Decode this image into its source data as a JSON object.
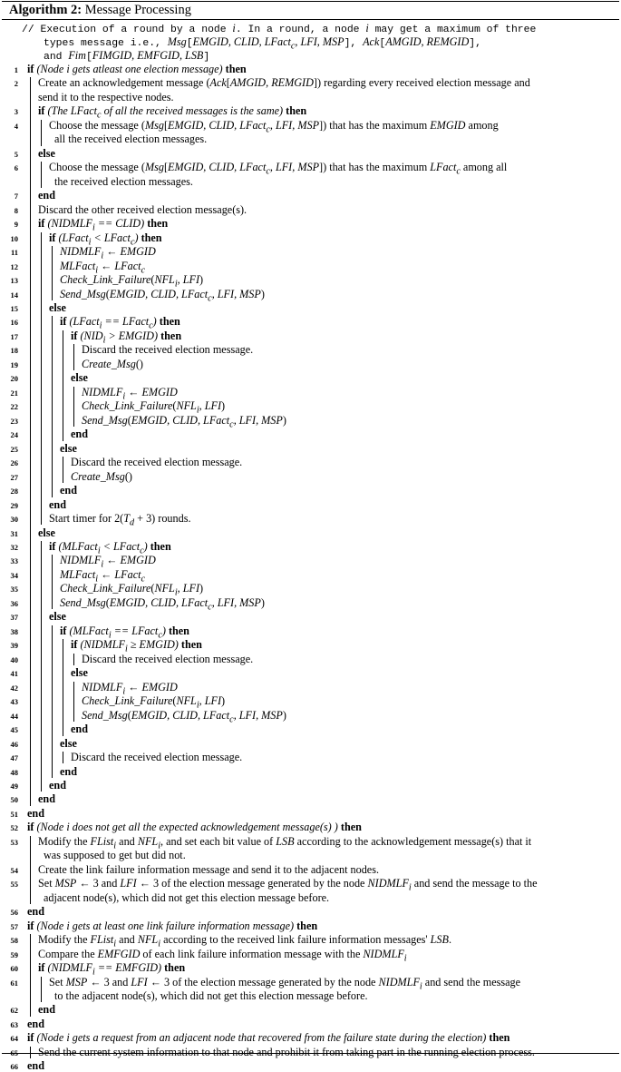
{
  "caption": {
    "label": "Algorithm 2:",
    "title": "Message Processing"
  },
  "comment": [
    "// Execution of a round by a node <i>i</i>. In a round, a node <i>i</i> may get a maximum of three",
    "types message i.e., <i>Msg</i>[<i>EMGID, CLID, LFact<sub>c</sub>, LFI, MSP</i>], <i>Ack</i>[<i>AMGID, REMGID</i>],",
    "and <i>Fim</i>[<i>FIMGID, EMFGID, LSB</i>]"
  ],
  "lines": [
    {
      "n": "1",
      "d": 0,
      "html": "<b>if</b> <i>(Node i gets atleast one election message)</i> <b>then</b>"
    },
    {
      "n": "2",
      "d": 1,
      "html": "Create an acknowledgement message (<i>Ack</i>[<i>AMGID, REMGID</i>]) regarding every received election message and"
    },
    {
      "n": "",
      "d": 1,
      "html": "send it to the respective nodes."
    },
    {
      "n": "3",
      "d": 1,
      "html": "<b>if</b> <i>(The LFact<sub>c</sub> of all the received messages is the same)</i> <b>then</b>"
    },
    {
      "n": "4",
      "d": 2,
      "html": "Choose the message (<i>Msg</i>[<i>EMGID, CLID, LFact<sub>c</sub>, LFI, MSP</i>]) that has the maximum <i>EMGID</i> among"
    },
    {
      "n": "",
      "d": 2.5,
      "html": "all the received election messages."
    },
    {
      "n": "5",
      "d": 1,
      "html": "<b>else</b>"
    },
    {
      "n": "6",
      "d": 2,
      "html": "Choose the message (<i>Msg</i>[<i>EMGID, CLID, LFact<sub>c</sub>, LFI, MSP</i>]) that has the maximum <i>LFact<sub>c</sub></i> among all"
    },
    {
      "n": "",
      "d": 2.5,
      "html": "the received election messages."
    },
    {
      "n": "7",
      "d": 1,
      "html": "<b>end</b>"
    },
    {
      "n": "8",
      "d": 1,
      "html": "Discard the other received election message(s)."
    },
    {
      "n": "9",
      "d": 1,
      "html": "<b>if</b> <i>(NIDMLF<sub>i</sub> == CLID)</i> <b>then</b>"
    },
    {
      "n": "10",
      "d": 2,
      "html": "<b>if</b> <i>(LFact<sub>i</sub> &lt; LFact<sub>c</sub>)</i> <b>then</b>"
    },
    {
      "n": "11",
      "d": 3,
      "html": "<i>NIDMLF<sub>i</sub></i> ← <i>EMGID</i>"
    },
    {
      "n": "12",
      "d": 3,
      "html": "<i>MLFact<sub>i</sub></i> ← <i>LFact<sub>c</sub></i>"
    },
    {
      "n": "13",
      "d": 3,
      "html": "<i>Check_Link_Failure</i>(<i>NFL<sub>i</sub>, LFI</i>)"
    },
    {
      "n": "14",
      "d": 3,
      "html": "<i>Send_Msg</i>(<i>EMGID, CLID, LFact<sub>c</sub>, LFI, MSP</i>)"
    },
    {
      "n": "15",
      "d": 2,
      "html": "<b>else</b>"
    },
    {
      "n": "16",
      "d": 3,
      "html": "<b>if</b> <i>(LFact<sub>i</sub> == LFact<sub>c</sub>)</i> <b>then</b>"
    },
    {
      "n": "17",
      "d": 4,
      "html": "<b>if</b> <i>(NID<sub>i</sub> &gt; EMGID)</i> <b>then</b>"
    },
    {
      "n": "18",
      "d": 5,
      "html": "Discard the received election message."
    },
    {
      "n": "19",
      "d": 5,
      "html": "<i>Create_Msg</i>()"
    },
    {
      "n": "20",
      "d": 4,
      "html": "<b>else</b>"
    },
    {
      "n": "21",
      "d": 5,
      "html": "<i>NIDMLF<sub>i</sub></i> ← <i>EMGID</i>"
    },
    {
      "n": "22",
      "d": 5,
      "html": "<i>Check_Link_Failure</i>(<i>NFL<sub>i</sub>, LFI</i>)"
    },
    {
      "n": "23",
      "d": 5,
      "html": "<i>Send_Msg</i>(<i>EMGID, CLID, LFact<sub>c</sub>, LFI, MSP</i>)"
    },
    {
      "n": "24",
      "d": 4,
      "html": "<b>end</b>"
    },
    {
      "n": "25",
      "d": 3,
      "html": "<b>else</b>"
    },
    {
      "n": "26",
      "d": 4,
      "html": "Discard the received election message."
    },
    {
      "n": "27",
      "d": 4,
      "html": "<i>Create_Msg</i>()"
    },
    {
      "n": "28",
      "d": 3,
      "html": "<b>end</b>"
    },
    {
      "n": "29",
      "d": 2,
      "html": "<b>end</b>"
    },
    {
      "n": "30",
      "d": 2,
      "html": "Start timer for 2(<i>T<sub>d</sub></i> + 3) rounds."
    },
    {
      "n": "31",
      "d": 1,
      "html": "<b>else</b>"
    },
    {
      "n": "32",
      "d": 2,
      "html": "<b>if</b> <i>(MLFact<sub>i</sub> &lt; LFact<sub>c</sub>)</i> <b>then</b>"
    },
    {
      "n": "33",
      "d": 3,
      "html": "<i>NIDMLF<sub>i</sub></i> ← <i>EMGID</i>"
    },
    {
      "n": "34",
      "d": 3,
      "html": "<i>MLFact<sub>i</sub></i> ← <i>LFact<sub>c</sub></i>"
    },
    {
      "n": "35",
      "d": 3,
      "html": "<i>Check_Link_Failure</i>(<i>NFL<sub>i</sub>, LFI</i>)"
    },
    {
      "n": "36",
      "d": 3,
      "html": "<i>Send_Msg</i>(<i>EMGID, CLID, LFact<sub>c</sub>, LFI, MSP</i>)"
    },
    {
      "n": "37",
      "d": 2,
      "html": "<b>else</b>"
    },
    {
      "n": "38",
      "d": 3,
      "html": "<b>if</b> <i>(MLFact<sub>i</sub> == LFact<sub>c</sub>)</i> <b>then</b>"
    },
    {
      "n": "39",
      "d": 4,
      "html": "<b>if</b> <i>(NIDMLF<sub>i</sub> ≥ EMGID)</i> <b>then</b>"
    },
    {
      "n": "40",
      "d": 5,
      "html": "Discard the received election message."
    },
    {
      "n": "41",
      "d": 4,
      "html": "<b>else</b>"
    },
    {
      "n": "42",
      "d": 5,
      "html": "<i>NIDMLF<sub>i</sub></i> ← <i>EMGID</i>"
    },
    {
      "n": "43",
      "d": 5,
      "html": "<i>Check_Link_Failure</i>(<i>NFL<sub>i</sub>, LFI</i>)"
    },
    {
      "n": "44",
      "d": 5,
      "html": "<i>Send_Msg</i>(<i>EMGID, CLID, LFact<sub>c</sub>, LFI, MSP</i>)"
    },
    {
      "n": "45",
      "d": 4,
      "html": "<b>end</b>"
    },
    {
      "n": "46",
      "d": 3,
      "html": "<b>else</b>"
    },
    {
      "n": "47",
      "d": 4,
      "html": "Discard the received election message."
    },
    {
      "n": "48",
      "d": 3,
      "html": "<b>end</b>"
    },
    {
      "n": "49",
      "d": 2,
      "html": "<b>end</b>"
    },
    {
      "n": "50",
      "d": 1,
      "html": "<b>end</b>"
    },
    {
      "n": "51",
      "d": 0,
      "html": "<b>end</b>"
    },
    {
      "n": "52",
      "d": 0,
      "html": "<b>if</b> <i>(Node i does not get all the expected acknowledgement message(s) )</i> <b>then</b>"
    },
    {
      "n": "53",
      "d": 1,
      "html": "Modify the <i>FList<sub>i</sub></i> and <i>NFL<sub>i</sub></i>, and set each bit value of <i>LSB</i> according to the acknowledgement message(s) that it"
    },
    {
      "n": "",
      "d": 1.5,
      "html": "was supposed to get but did not."
    },
    {
      "n": "54",
      "d": 1,
      "html": "Create the link failure information message and send it to the adjacent nodes."
    },
    {
      "n": "55",
      "d": 1,
      "html": "Set <i>MSP</i> ← 3 and <i>LFI</i> ← 3 of the election message generated by the node <i>NIDMLF<sub>i</sub></i> and send the message to the"
    },
    {
      "n": "",
      "d": 1.5,
      "html": "adjacent node(s), which did not get this election message before."
    },
    {
      "n": "56",
      "d": 0,
      "html": "<b>end</b>"
    },
    {
      "n": "57",
      "d": 0,
      "html": "<b>if</b> <i>(Node i gets at least one link failure information message)</i> <b>then</b>"
    },
    {
      "n": "58",
      "d": 1,
      "html": "Modify the <i>FList<sub>i</sub></i> and <i>NFL<sub>i</sub></i> according to the received link failure information messages' <i>LSB</i>."
    },
    {
      "n": "59",
      "d": 1,
      "html": "Compare the <i>EMFGID</i> of each link failure information message with the <i>NIDMLF<sub>i</sub></i>"
    },
    {
      "n": "60",
      "d": 1,
      "html": "<b>if</b> <i>(NIDMLF<sub>i</sub> == EMFGID)</i> <b>then</b>"
    },
    {
      "n": "61",
      "d": 2,
      "html": "Set <i>MSP</i> ← 3 and <i>LFI</i> ← 3 of the election message generated by the node <i>NIDMLF<sub>i</sub></i> and send the message"
    },
    {
      "n": "",
      "d": 2.5,
      "html": "to the adjacent node(s), which did not get this election message before."
    },
    {
      "n": "62",
      "d": 1,
      "html": "<b>end</b>"
    },
    {
      "n": "63",
      "d": 0,
      "html": "<b>end</b>"
    },
    {
      "n": "64",
      "d": 0,
      "html": "<b>if</b> <i>(Node i gets a request from an adjacent node that recovered from the failure state during the election)</i> <b>then</b>"
    },
    {
      "n": "65",
      "d": 1,
      "html": "Send the current system information to that node and prohibit it from taking part in the running election process."
    },
    {
      "n": "66",
      "d": 0,
      "html": "<b>end</b>"
    }
  ]
}
